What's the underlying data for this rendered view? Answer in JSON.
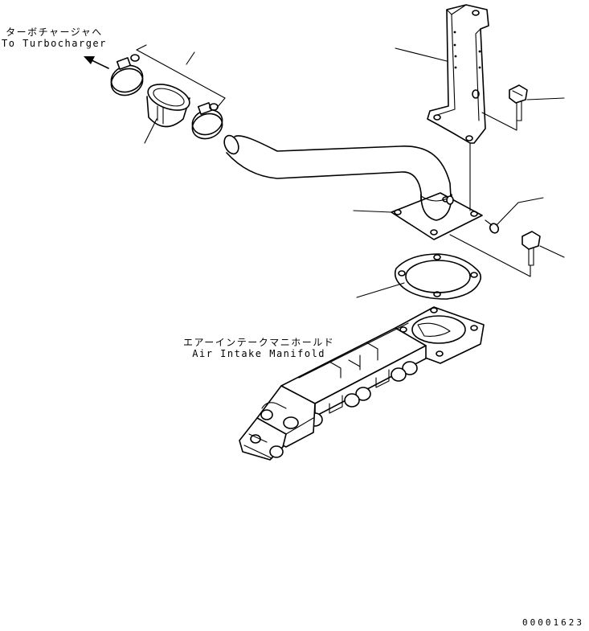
{
  "labels": {
    "turbocharger_jp": "ターボチャージャへ",
    "turbocharger_en": "To Turbocharger",
    "manifold_jp": "エアーインテークマニホールド",
    "manifold_en": "Air Intake Manifold",
    "drawing_number": "00001623"
  }
}
